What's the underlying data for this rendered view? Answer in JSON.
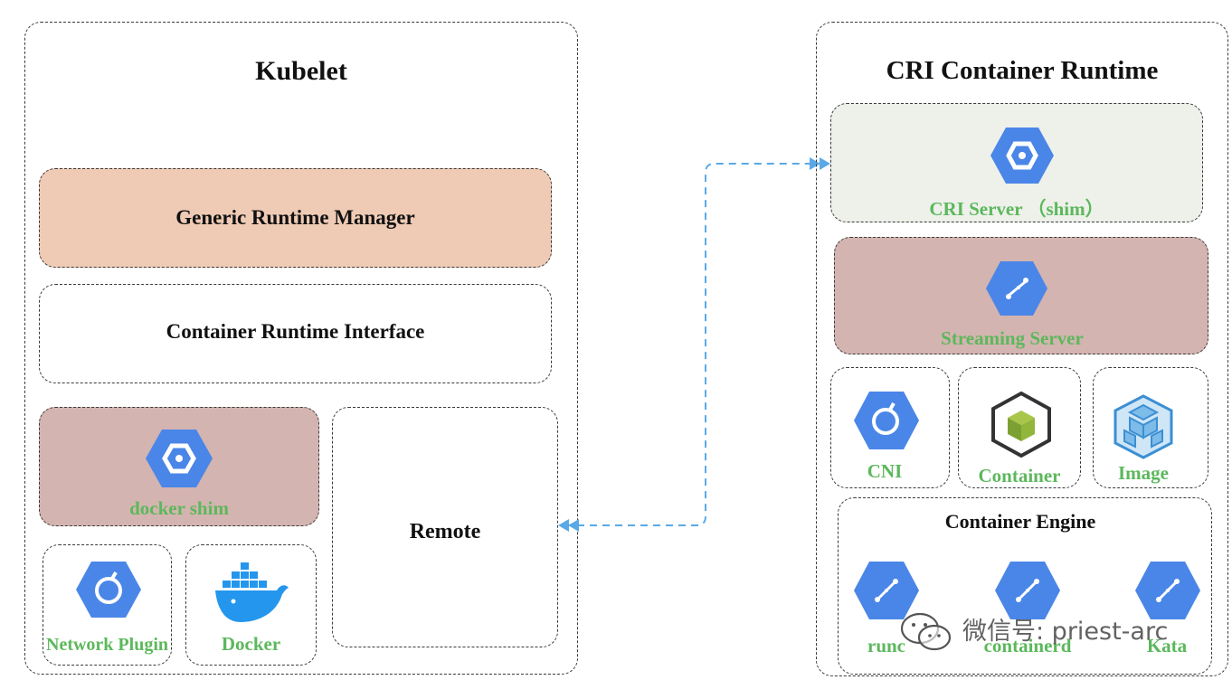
{
  "kubelet": {
    "title": "Kubelet",
    "generic_runtime_manager": "Generic Runtime Manager",
    "container_runtime_interface": "Container Runtime Interface",
    "docker_shim": "docker shim",
    "remote": "Remote",
    "network_plugin": "Network Plugin",
    "docker": "Docker"
  },
  "cri_runtime": {
    "title": "CRI Container Runtime",
    "cri_server": "CRI Server （shim）",
    "streaming_server": "Streaming Server",
    "cni": "CNI",
    "container": "Container",
    "image": "Image",
    "container_engine": {
      "title": "Container Engine",
      "runc": "runc",
      "containerd": "containerd",
      "kata": "Kata"
    }
  },
  "watermark": "微信号: priest-arc",
  "colors": {
    "generic_runtime_manager_fill": "#efcbb5",
    "shim_fill": "#d4b4b0",
    "cri_server_fill": "#eef0ea",
    "label_green": "#5cb85c",
    "icon_blue": "#4a86e8",
    "connector_blue": "#5aa9e6"
  }
}
